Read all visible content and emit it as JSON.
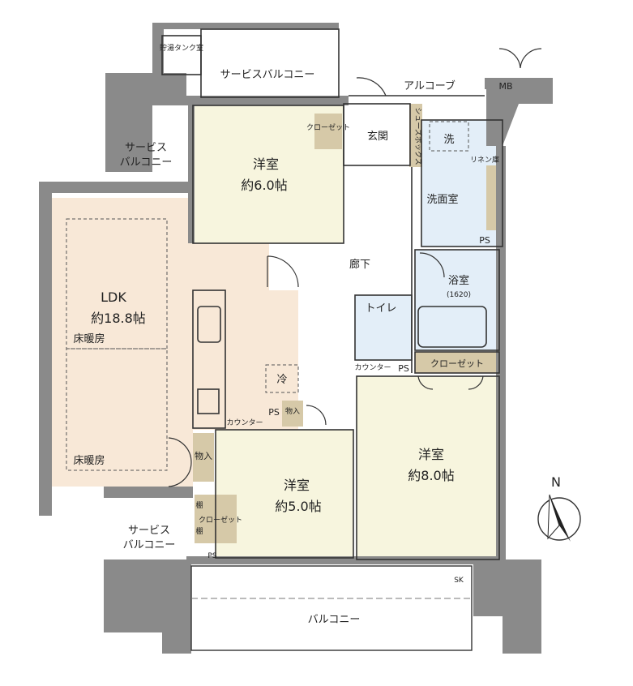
{
  "labels": {
    "tank_room": "貯湯タンク室",
    "service_balcony_top": "サービスバルコニー",
    "alcove": "アルコーブ",
    "mb": "MB",
    "shoes_box": "シューズボックス",
    "entrance": "玄関",
    "washer": "洗",
    "linen": "リネン庫",
    "washroom": "洗面室",
    "ps_wash": "PS",
    "closet_small": "クローゼット",
    "bedroom1_name": "洋室",
    "bedroom1_size": "約6.0帖",
    "service_balcony_left_1": "サービス",
    "service_balcony_left_2": "バルコニー",
    "corridor": "廊下",
    "bath": "浴室",
    "bath_size": "(1620)",
    "toilet": "トイレ",
    "counter_toilet": "カウンター",
    "ps_toilet": "PS",
    "closet_bed3": "クローゼット",
    "ldk_name": "LDK",
    "ldk_size": "約18.8帖",
    "floor_heating_1": "床暖房",
    "floor_heating_2": "床暖房",
    "fridge": "冷",
    "storage1": "物入",
    "storage2": "物入",
    "ps_kitchen": "PS",
    "counter_kitchen": "カウンター",
    "bedroom2_name": "洋室",
    "bedroom2_size": "約5.0帖",
    "shelf1": "棚",
    "shelf2": "棚",
    "closet_bed2": "クローゼット",
    "bedroom3_name": "洋室",
    "bedroom3_size": "約8.0帖",
    "service_balcony_bottom_1": "サービス",
    "service_balcony_bottom_2": "バルコニー",
    "ps_bottom": "PS",
    "sk": "SK",
    "balcony": "バルコニー",
    "north": "N"
  },
  "colors": {
    "wall": "#8a8a8a",
    "ldk_floor": "#f8e8d7",
    "bedroom_floor": "#f7f5de",
    "wet_floor": "#e3eef8",
    "closet_floor": "#d6c9a8",
    "white": "#ffffff"
  }
}
